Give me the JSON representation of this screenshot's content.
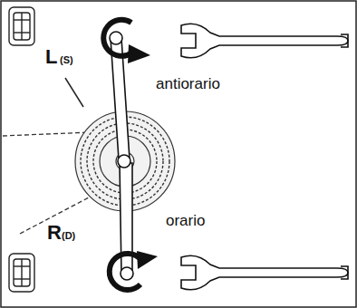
{
  "diagram": {
    "labels": [
      "L",
      "(S)",
      "antiorario",
      "R",
      "(D)",
      "orario"
    ]
  }
}
